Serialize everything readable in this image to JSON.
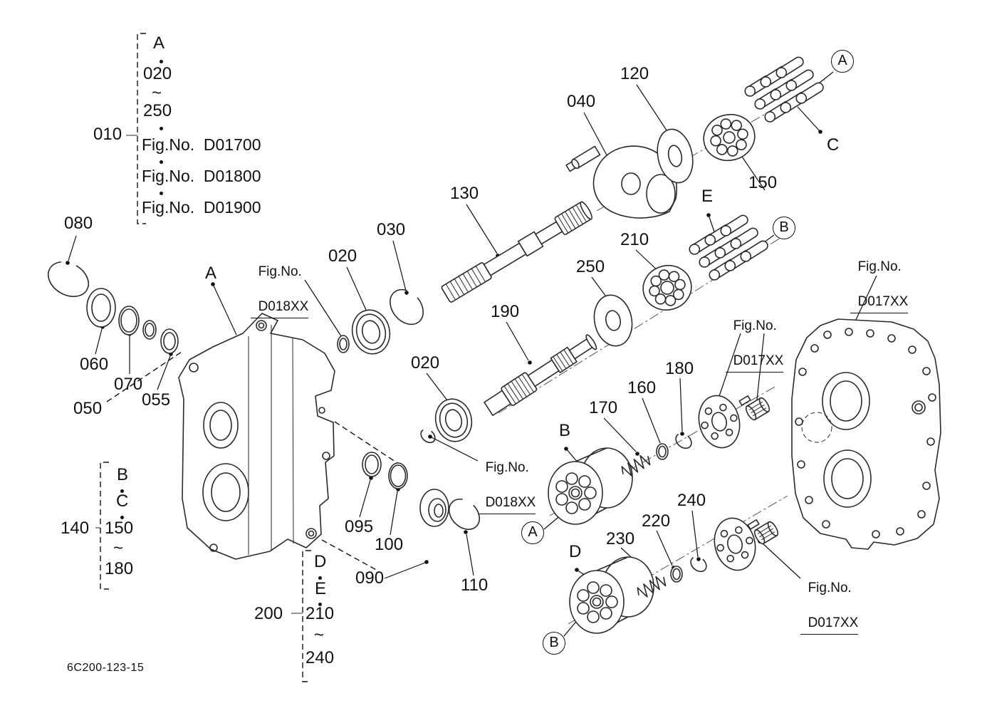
{
  "figure": {
    "drawing_number": "6C200-123-15"
  },
  "groups": {
    "g010": {
      "label": "010",
      "items": [
        "A",
        "020",
        "~",
        "250"
      ],
      "figs": [
        "Fig.No.  D01700",
        "Fig.No.  D01800",
        "Fig.No.  D01900"
      ]
    },
    "g140": {
      "label": "140",
      "items": [
        "B",
        "C",
        "150",
        "~",
        "180"
      ]
    },
    "g200": {
      "label": "200",
      "items": [
        "D",
        "E",
        "210",
        "~",
        "240"
      ]
    }
  },
  "callouts": {
    "c020": "020",
    "c030": "030",
    "c040": "040",
    "c050": "050",
    "c055": "055",
    "c060": "060",
    "c070": "070",
    "c080": "080",
    "c090": "090",
    "c095": "095",
    "c100": "100",
    "c110": "110",
    "c120": "120",
    "c130": "130",
    "c150": "150",
    "c160": "160",
    "c170": "170",
    "c180": "180",
    "c190": "190",
    "c210": "210",
    "c220": "220",
    "c230": "230",
    "c240": "240",
    "c250": "250"
  },
  "refs": {
    "a": "A",
    "b": "B",
    "c": "C",
    "d": "D",
    "e": "E"
  },
  "fig_nos": {
    "d017": {
      "line1": "Fig.No.",
      "line2": "D017XX"
    },
    "d018": {
      "line1": "Fig.No.",
      "line2": "D018XX"
    }
  }
}
